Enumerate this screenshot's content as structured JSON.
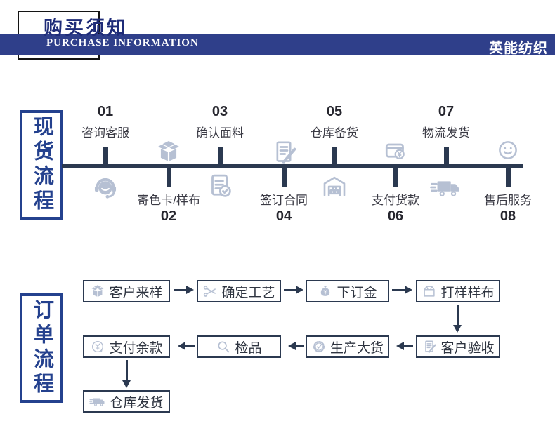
{
  "header": {
    "title_cn": "购买须知",
    "title_en": "PURCHASE INFORMATION",
    "brand": "英能纺织",
    "banner_color": "#2f3f8a"
  },
  "stock_flow": {
    "section_label": "现货流程",
    "steps": [
      {
        "number": "01",
        "label": "咨询客服",
        "icon": "customer-service-headset-icon",
        "position": "top"
      },
      {
        "number": "02",
        "label": "寄色卡/样布",
        "icon": "open-box-icon",
        "position": "bottom"
      },
      {
        "number": "03",
        "label": "确认面料",
        "icon": "clipboard-check-icon",
        "position": "top"
      },
      {
        "number": "04",
        "label": "签订合同",
        "icon": "document-pen-icon",
        "position": "bottom"
      },
      {
        "number": "05",
        "label": "仓库备货",
        "icon": "warehouse-icon",
        "position": "top"
      },
      {
        "number": "06",
        "label": "支付货款",
        "icon": "payment-terminal-icon",
        "position": "bottom"
      },
      {
        "number": "07",
        "label": "物流发货",
        "icon": "delivery-truck-icon",
        "position": "top"
      },
      {
        "number": "08",
        "label": "售后服务",
        "icon": "smiley-face-icon",
        "position": "bottom"
      }
    ]
  },
  "order_flow": {
    "section_label": "订单流程",
    "rows": [
      {
        "arrow_direction": "right",
        "boxes": [
          {
            "label": "客户来样",
            "icon": "open-box-icon"
          },
          {
            "label": "确定工艺",
            "icon": "scissors-icon"
          },
          {
            "label": "下订金",
            "icon": "money-bag-icon"
          },
          {
            "label": "打样样布",
            "icon": "package-icon"
          }
        ]
      },
      {
        "arrow_direction": "left",
        "boxes": [
          {
            "label": "支付余款",
            "icon": "yen-refund-icon"
          },
          {
            "label": "检品",
            "icon": "magnifier-icon"
          },
          {
            "label": "生产大货",
            "icon": "gear-check-icon"
          },
          {
            "label": "客户验收",
            "icon": "document-pen-icon"
          }
        ]
      },
      {
        "arrow_direction": "down",
        "boxes": [
          {
            "label": "仓库发货",
            "icon": "delivery-truck-icon"
          }
        ]
      }
    ]
  },
  "colors": {
    "banner_blue": "#2f3f8a",
    "navy_border": "#24418e",
    "timeline_dark": "#2b3950",
    "icon_gray": "#b6c0d3",
    "title_navy": "#1e2b78",
    "text_dark": "#2e3440"
  }
}
